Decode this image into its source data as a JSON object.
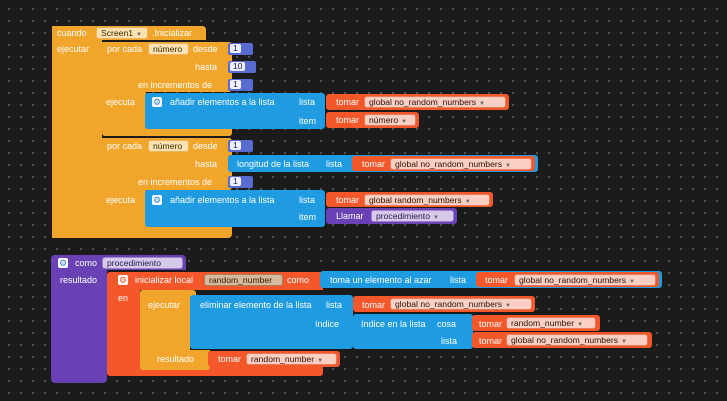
{
  "colors": {
    "control": "#f2a52b",
    "list": "#1e9be1",
    "var_get": "#f3572a",
    "procedure": "#6a41b4",
    "math": "#5a6bd0"
  },
  "init_block": {
    "when": "cuando",
    "component": "Screen1",
    "event": ".Inicializar",
    "do": "ejecutar"
  },
  "loop1": {
    "for_each": "por cada",
    "var": "número",
    "from_label": "desde",
    "from": "1",
    "to_label": "hasta",
    "to": "10",
    "by_label": "en incrementos de",
    "by": "1",
    "do": "ejecuta",
    "add_items": "añadir elementos a la lista",
    "list_label": "lista",
    "item_label": "item",
    "get": "tomar",
    "list_var": "global no_random_numbers",
    "item_var": "número"
  },
  "loop2": {
    "for_each": "por cada",
    "var": "número",
    "from_label": "desde",
    "from": "1",
    "to_label": "hasta",
    "length_label": "longitud de la lista",
    "length_list_label": "lista",
    "get": "tomar",
    "length_var": "global no_random_numbers",
    "by_label": "en incrementos de",
    "by": "1",
    "do": "ejecuta",
    "add_items": "añadir elementos a la lista",
    "list_label": "lista",
    "list_var": "global random_numbers",
    "item_label": "item",
    "call": "Llamar",
    "call_proc": "procedimiento"
  },
  "proc": {
    "to": "como",
    "name": "procedimiento",
    "result": "resultado",
    "init_local": "inicializar local",
    "local_var": "random_number",
    "as": "como",
    "random_pick": "toma un elemento al azar",
    "random_list_label": "lista",
    "get": "tomar",
    "random_list_var": "global no_random_numbers",
    "in": "en",
    "do": "ejecutar",
    "remove_item": "eliminar elemento de la lista",
    "remove_list_label": "lista",
    "remove_list_var": "global no_random_numbers",
    "index_label": "índice",
    "index_in_list": "índice en la lista",
    "thing_label": "cosa",
    "thing_var": "random_number",
    "list2_label": "lista",
    "list2_var": "global no_random_numbers",
    "result_label": "resultado",
    "result_var": "random_number"
  }
}
